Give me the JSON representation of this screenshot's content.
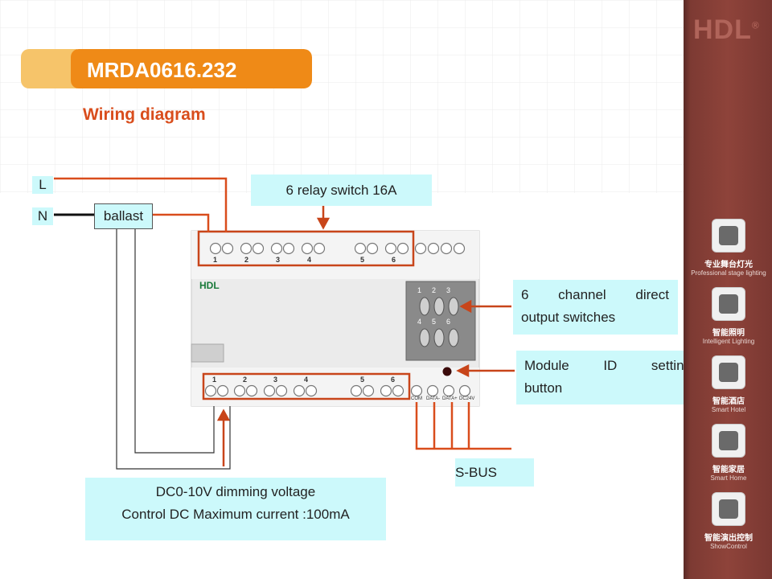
{
  "header": {
    "title": "MRDA0616.232",
    "subtitle": "Wiring diagram"
  },
  "terminals": {
    "l": "L",
    "n": "N",
    "ballast": "ballast"
  },
  "device": {
    "brand": "HDL",
    "top_numbers": [
      "1",
      "2",
      "3",
      "4",
      "5",
      "6"
    ],
    "bottom_numbers": [
      "1",
      "2",
      "3",
      "4",
      "5",
      "6"
    ],
    "bus_labels": [
      "COM",
      "DATA-",
      "DATA+",
      "DC24V"
    ],
    "button_numbers": [
      "1",
      "2",
      "3",
      "4",
      "5",
      "6"
    ]
  },
  "callouts": {
    "relay": "6 relay switch  16A",
    "channels": "6   channel   direct\noutput switches",
    "channels_line1": "6   channel   direct",
    "channels_line2": "output switches",
    "module_line1": "Module    ID    setting",
    "module_line2": "button",
    "sbus": "S-BUS",
    "dc_line1": "DC0-10V dimming voltage",
    "dc_line2": "Control DC Maximum current :100mA"
  },
  "sidebar": {
    "logo": "HDL",
    "items": [
      {
        "cn": "专业舞台灯光",
        "en": "Professional stage lighting"
      },
      {
        "cn": "智能照明",
        "en": "Intelligent Lighting"
      },
      {
        "cn": "智能酒店",
        "en": "Smart Hotel"
      },
      {
        "cn": "智能家居",
        "en": "Smart Home"
      },
      {
        "cn": "智能演出控制",
        "en": "ShowControl"
      }
    ]
  },
  "colors": {
    "accent": "#ef8a17",
    "wire": "#d94d1c",
    "callout": "#ccf9fb",
    "sidebar": "#8e433a"
  }
}
